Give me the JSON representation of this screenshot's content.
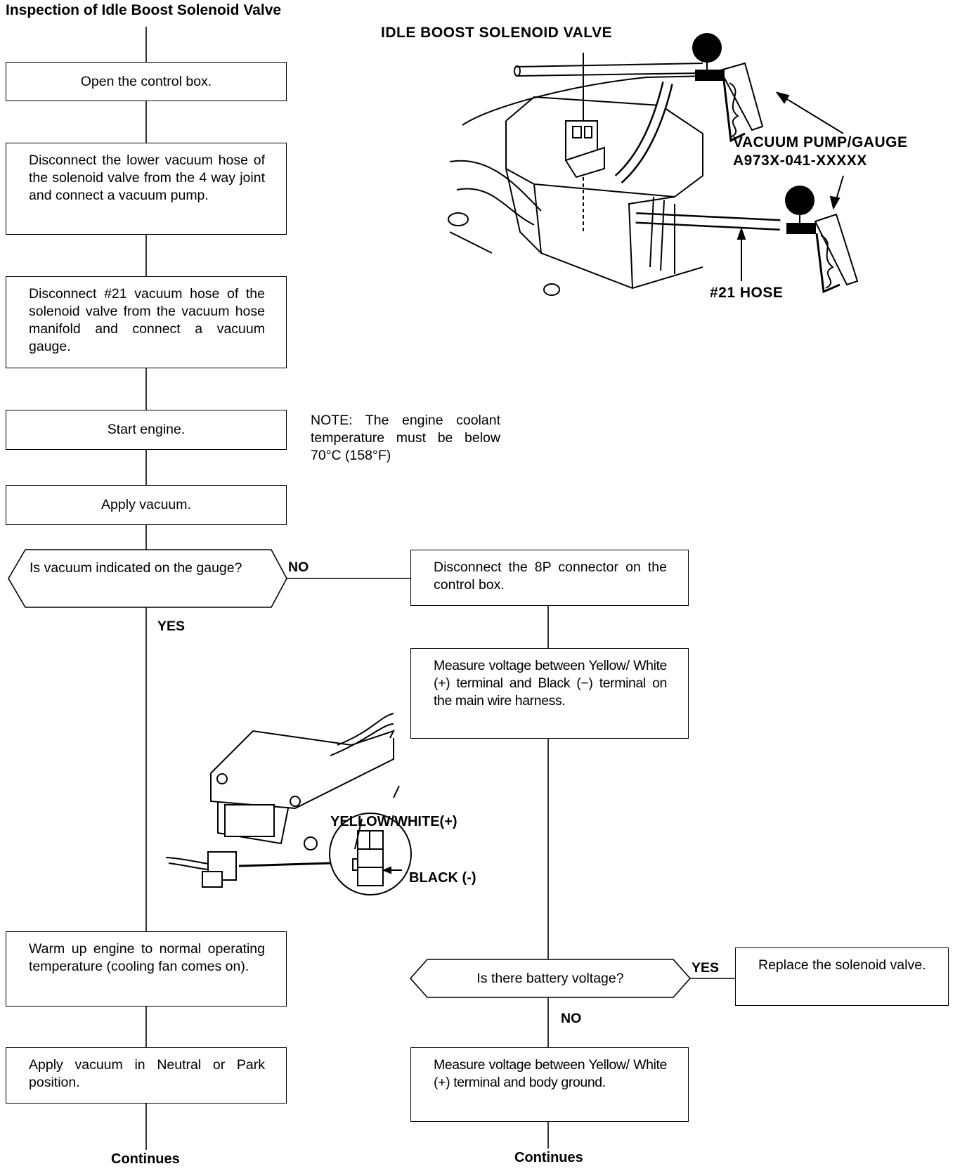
{
  "title": "Inspection of Idle Boost Solenoid Valve",
  "steps": {
    "open_box": "Open the control box.",
    "disconnect_lower": "Disconnect the lower vacuum hose of the solenoid valve from the 4 way joint and connect a vacuum pump.",
    "disconnect_21": "Disconnect #21 vacuum hose of the solenoid valve from the vacuum hose manifold and connect a vacuum gauge.",
    "start_engine": "Start engine.",
    "apply_vacuum": "Apply vacuum.",
    "warm_up": "Warm up engine to normal operating temperature (cooling fan comes on).",
    "apply_neutral": "Apply vacuum in Neutral or Park position.",
    "disconnect_8p": "Disconnect the 8P connector on the control box.",
    "measure_black": "Measure voltage between Yellow/ White (+) terminal and Black (−) terminal on the main wire harness.",
    "replace_valve": "Replace the solenoid valve.",
    "measure_ground": "Measure voltage between Yellow/ White (+) terminal and body ground."
  },
  "decisions": {
    "vacuum_indicated": "Is vacuum indicated on the gauge?",
    "battery_voltage": "Is there battery voltage?"
  },
  "branches": {
    "no_1": "NO",
    "yes_1": "YES",
    "yes_2": "YES",
    "no_2": "NO"
  },
  "note": "NOTE: The engine coolant temperature must be below 70°C (158°F)",
  "labels": {
    "idle_boost_valve": "IDLE BOOST SOLENOID VALVE",
    "pump_gauge": "VACUUM PUMP/GAUGE",
    "part_number": "A973X-041-XXXXX",
    "hose_21": "#21 HOSE",
    "yellow_white": "YELLOW/WHITE(+)",
    "black": "BLACK (-)"
  },
  "continues_left": "Continues",
  "continues_right": "Continues"
}
